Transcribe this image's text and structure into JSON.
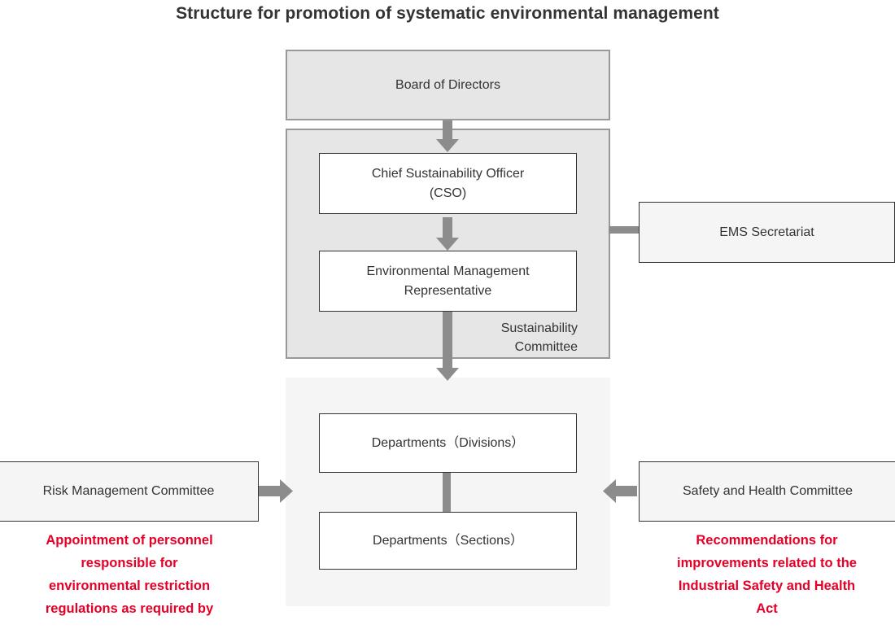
{
  "title": "Structure for promotion of systematic environmental management",
  "nodes": {
    "board": "Board of Directors",
    "cso": "Chief Sustainability Officer\n(CSO)",
    "cso_line1": "Chief Sustainability Officer",
    "cso_line2": "(CSO)",
    "emr_line1": "Environmental Management",
    "emr_line2": "Representative",
    "ems_secretariat": "EMS Secretariat",
    "dept_divisions": "Departments（Divisions）",
    "dept_sections": "Departments（Sections）",
    "risk_committee": "Risk Management Committee",
    "safety_committee": "Safety and Health Committee"
  },
  "containers": {
    "sustainability_label_line1": "Sustainability",
    "sustainability_label_line2": "Committee"
  },
  "captions": {
    "left_red": "Appointment of personnel responsible for environmental restriction regulations as required by",
    "left_red_lines": [
      "Appointment of personnel",
      "responsible for",
      "environmental restriction",
      "regulations as required by"
    ],
    "right_red": "Recommendations for improvements related to the Industrial Safety and Health Act",
    "right_red_lines": [
      "Recommendations for",
      "improvements related to the",
      "Industrial Safety and Health",
      "Act"
    ]
  },
  "colors": {
    "text": "#333333",
    "accent_red": "#e60027",
    "connector_gray": "#8c8c8c",
    "box_gray_fill": "#e6e6e6",
    "box_gray_border": "#999999",
    "container_light_fill": "#f5f5f5",
    "box_border_dark": "#333333",
    "background": "#ffffff"
  },
  "connectors": {
    "board_to_cso": "arrow-down",
    "cso_to_emr": "arrow-down",
    "emr_to_departments": "arrow-down",
    "ems_link": "line-horizontal",
    "divisions_to_sections": "line-vertical",
    "risk_to_departments": "arrow-right",
    "safety_to_departments": "arrow-left"
  }
}
